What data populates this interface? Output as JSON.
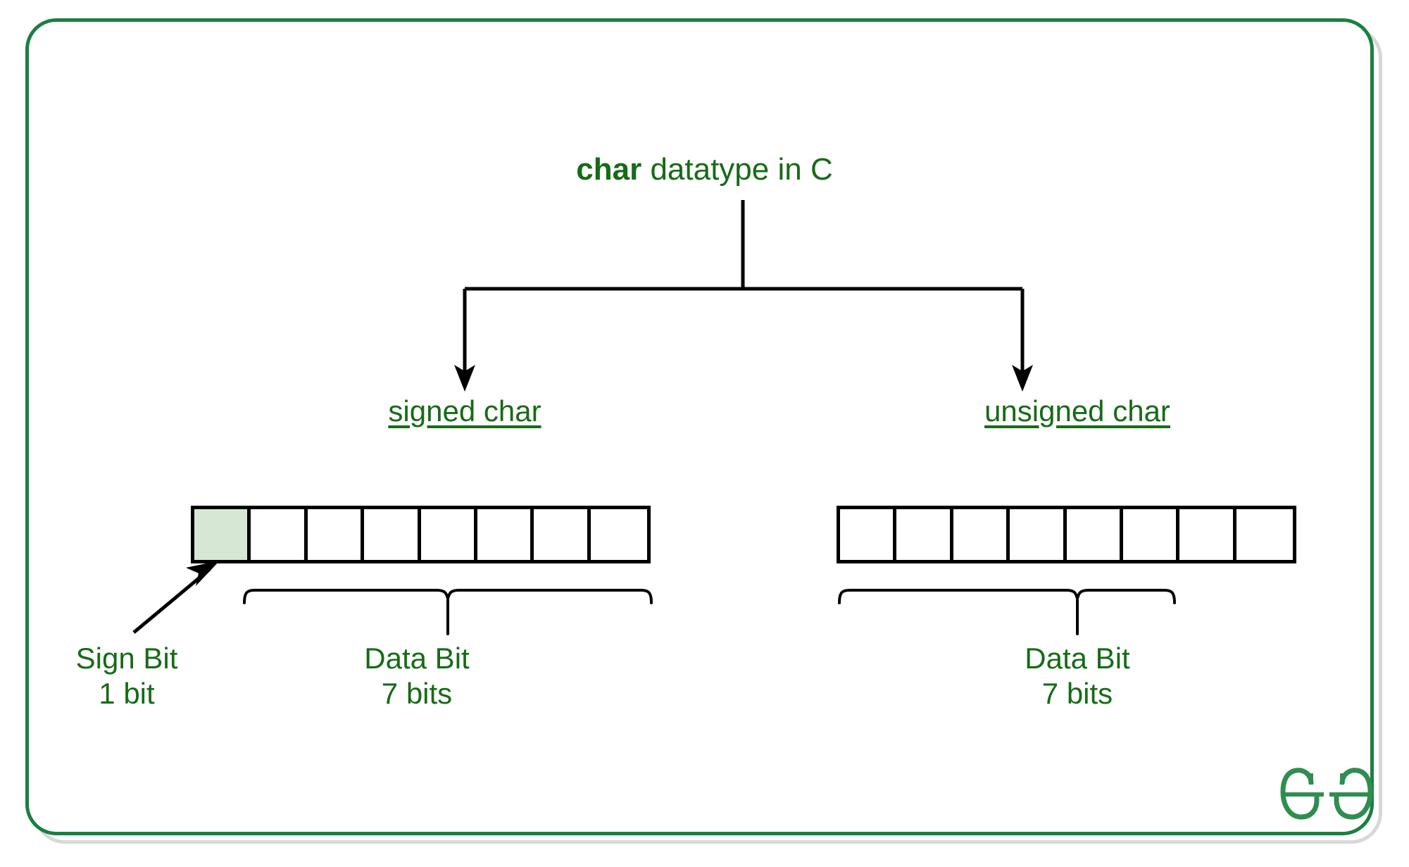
{
  "diagram": {
    "title": {
      "bold_part": "char",
      "rest_part": " datatype in C",
      "full": "char datatype in C"
    },
    "branches": [
      {
        "id": "signed",
        "label": "signed char",
        "bit_count": 8,
        "sign_bit_cells": 1,
        "data_bit_cells": 7,
        "sign_label_line1": "Sign Bit",
        "sign_label_line2": "1 bit",
        "data_label_line1": "Data Bit",
        "data_label_line2": "7 bits"
      },
      {
        "id": "unsigned",
        "label": "unsigned char",
        "bit_count": 8,
        "sign_bit_cells": 0,
        "data_bit_cells": 7,
        "data_label_line1": "Data Bit",
        "data_label_line2": "7 bits"
      }
    ],
    "colors": {
      "text_green": "#176b17",
      "frame_green": "#1a8040",
      "frame_shadow": "#d8d8d8",
      "sign_bit_fill": "#d6e8d4",
      "cell_border": "#000000",
      "logo_green": "#2f8d52"
    },
    "watermark": {
      "name": "geeksforgeeks-logo",
      "text": "GG"
    }
  }
}
